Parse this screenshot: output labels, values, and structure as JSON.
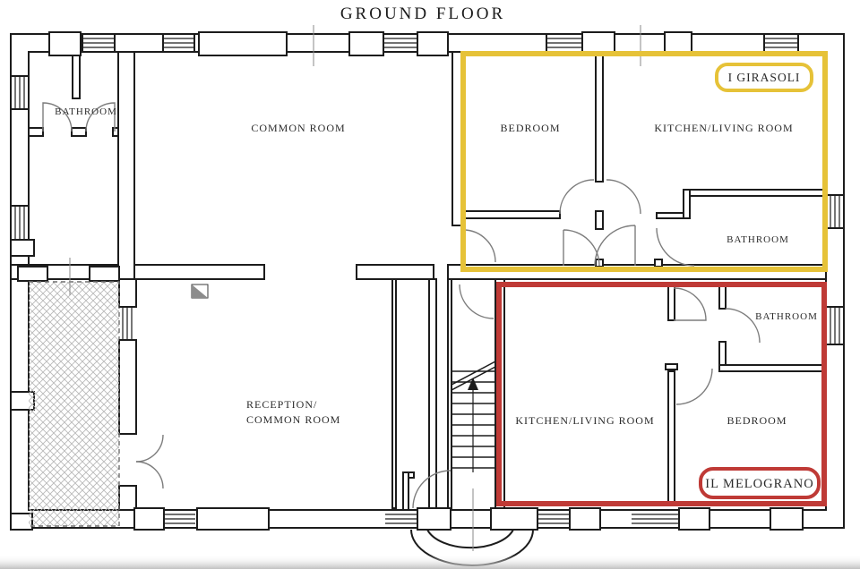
{
  "title": "GROUND FLOOR",
  "units": {
    "girasoli": {
      "label": "I GIRASOLI",
      "color": "#e6c238"
    },
    "melograno": {
      "label": "IL MELOGRANO",
      "color": "#bf3a36"
    }
  },
  "rooms": {
    "bathroom_nw": "BATHROOM",
    "common_room": "COMMON ROOM",
    "bedroom_girasoli": "BEDROOM",
    "kitchen_girasoli": "KITCHEN/LIVING ROOM",
    "bathroom_girasoli": "BATHROOM",
    "reception_line1": "RECEPTION/",
    "reception_line2": "COMMON ROOM",
    "kitchen_melograno": "KITCHEN/LIVING ROOM",
    "bathroom_melograno": "BATHROOM",
    "bedroom_melograno": "BEDROOM"
  }
}
